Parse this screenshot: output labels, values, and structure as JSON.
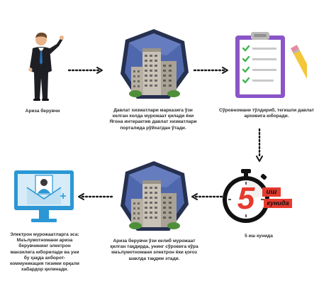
{
  "steps": [
    {
      "id": "applicant",
      "caption": "Ариза берувчи",
      "icon": "businessman-icon"
    },
    {
      "id": "service-center",
      "caption": "Давлат хизматлари марказига ўзи келган холда мурожаат қилади ёки Ягона интерактив давлат хизматлари порталида рўйхатдан ўтади.",
      "icon": "government-building-icon"
    },
    {
      "id": "form",
      "caption": "Сўровномани тўлдириб, тегишли давлат архивига юборади.",
      "icon": "clipboard-checklist-icon"
    },
    {
      "id": "deadline",
      "caption": "5 иш кунида",
      "icon": "stopwatch-icon",
      "badge_number": "5",
      "badge_top": "иш",
      "badge_bottom": "кунида"
    },
    {
      "id": "archive-response",
      "caption": "Ариза берувчи ўзи келиб мурожаат қилган тақдирда, унинг сўровига кўра маълумотномани электрон ёки қоғоз шаклда тақдим этади.",
      "icon": "government-building-icon"
    },
    {
      "id": "electronic-notice",
      "caption_title": "Электрон мурожаатларга эса:",
      "caption": "Маълумотномани ариза берувчининг электрон манзилига юборилади ва уни бу ҳақда ахборот-коммуникация тизими орқали хабардор қилинади.",
      "icon": "computer-user-icon"
    }
  ],
  "colors": {
    "building_frame": "#26304f",
    "building_sky": "#4f68ad",
    "clipboard": "#8a55c7",
    "check": "#3fb34f",
    "pencil": "#f4c63a",
    "badge": "#e63a2e",
    "monitor": "#2b97d4",
    "arrow": "#1a1a1a"
  }
}
